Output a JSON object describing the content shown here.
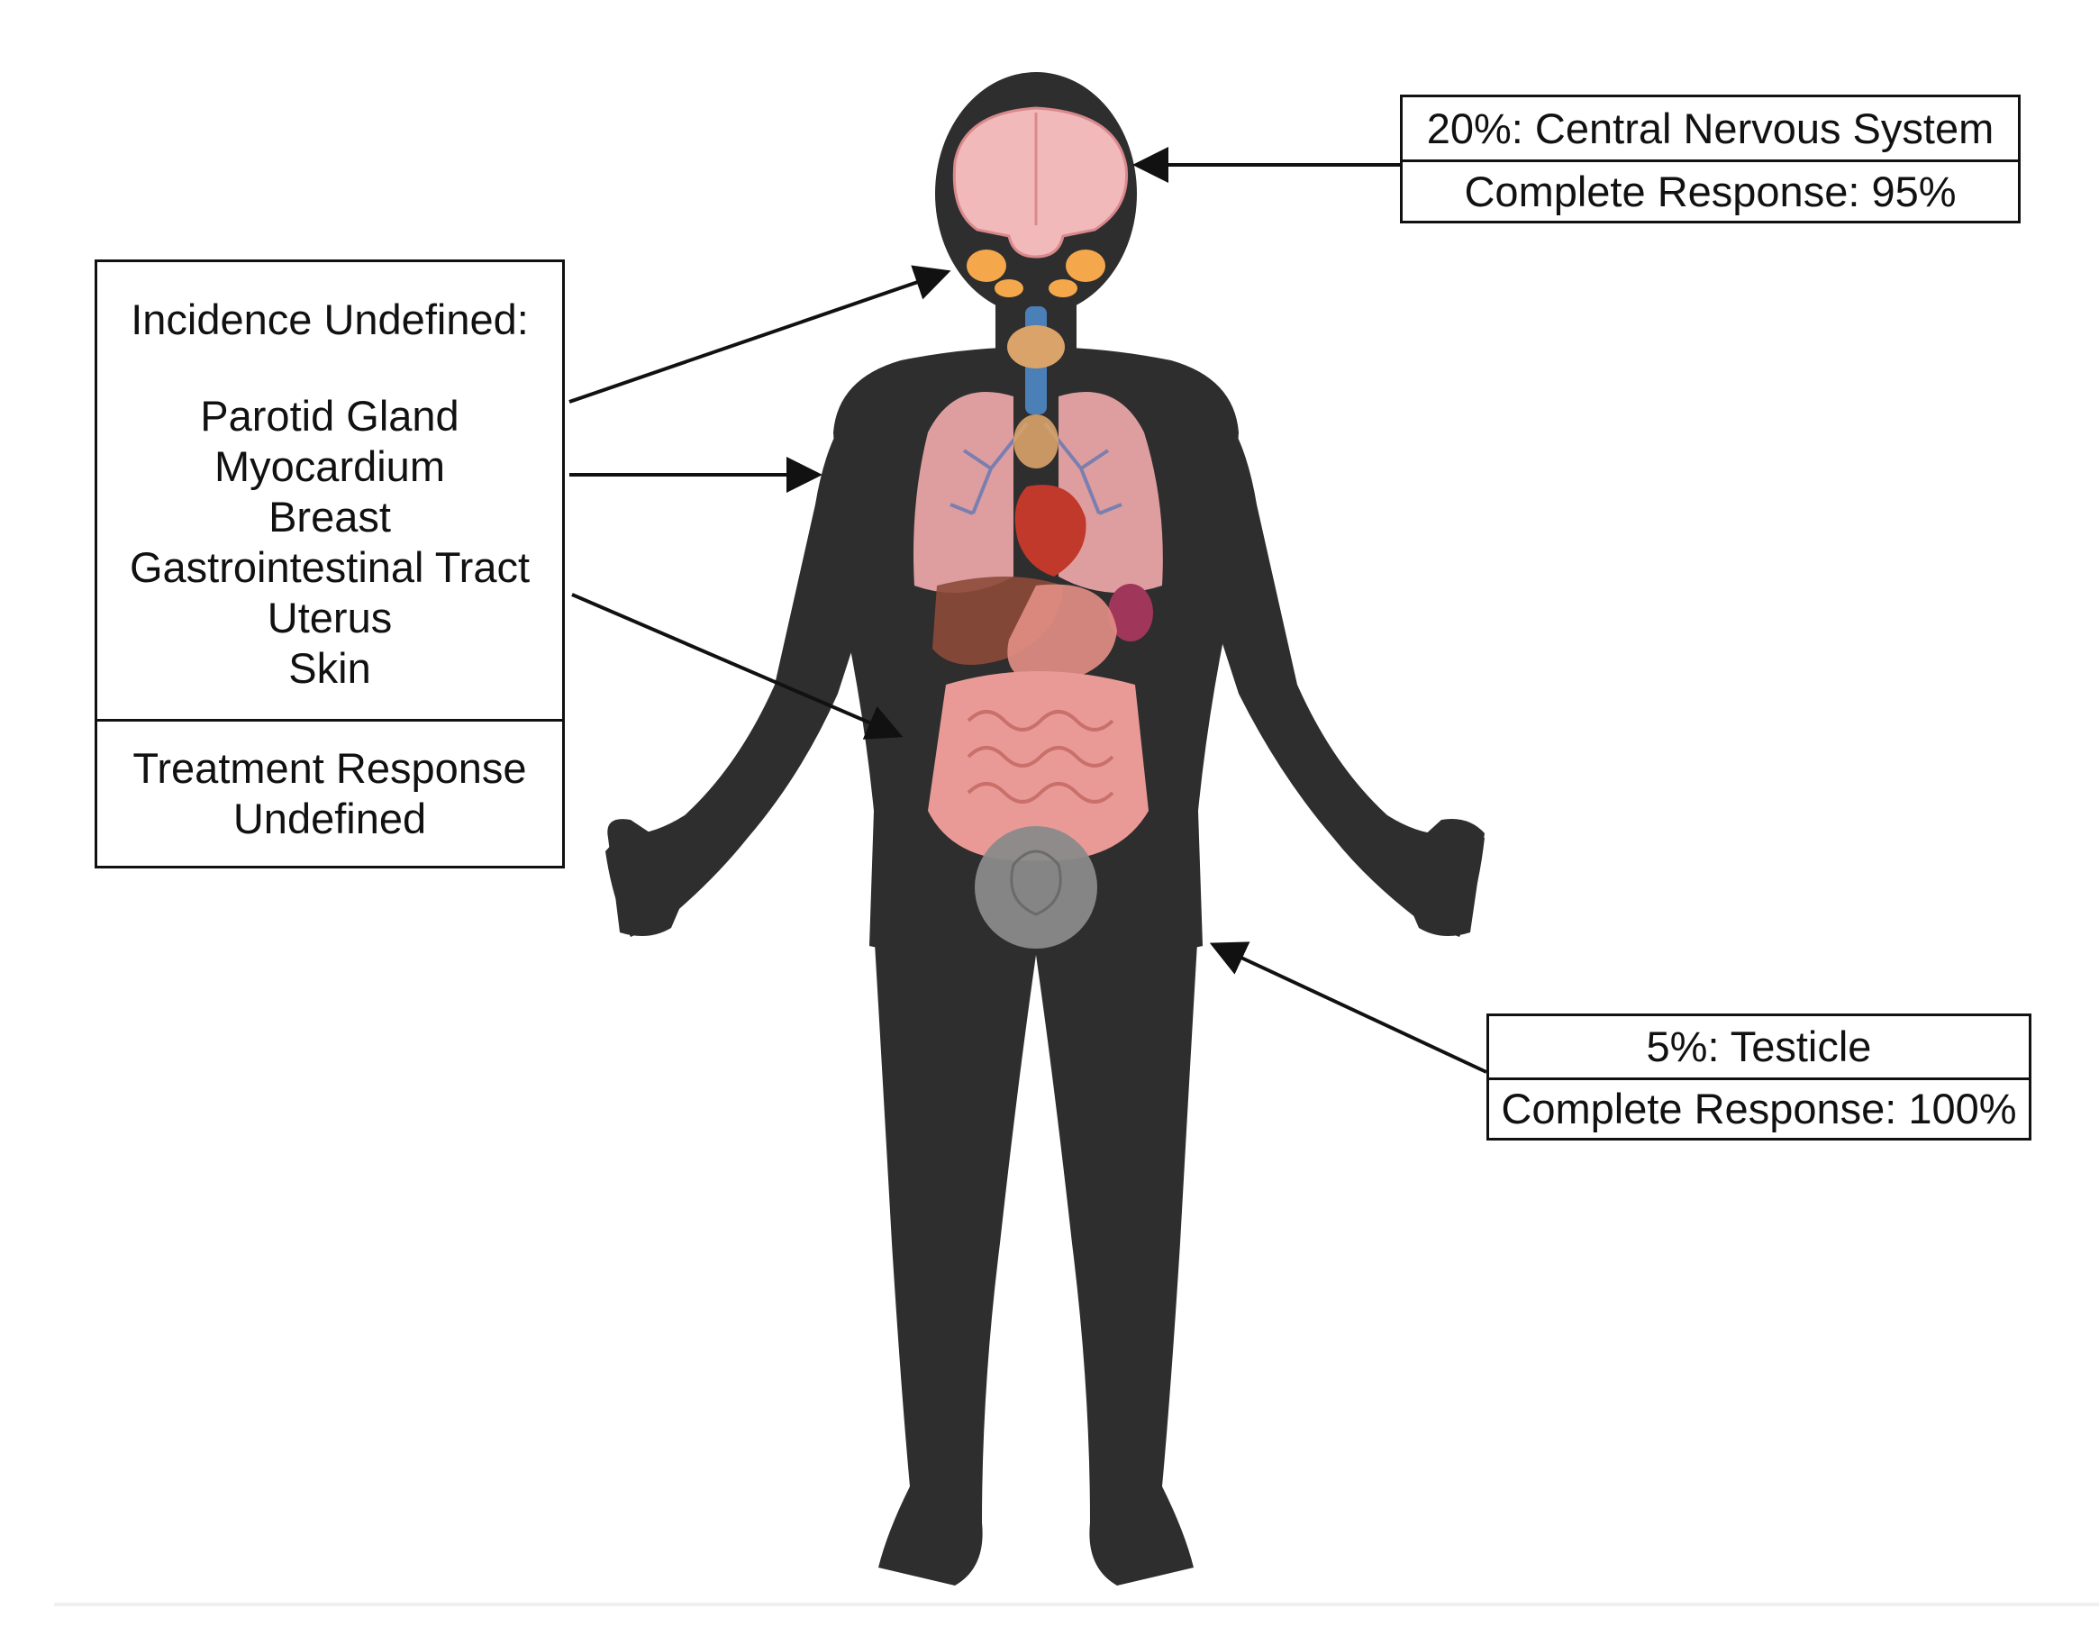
{
  "diagram": {
    "left_panel": {
      "heading": "Incidence Undefined:",
      "sites": [
        "Parotid Gland",
        "Myocardium",
        "Breast",
        "Gastrointestinal Tract",
        "Uterus",
        "Skin"
      ],
      "response": [
        "Treatment Response",
        "Undefined"
      ]
    },
    "cns_panel": {
      "incidence": "20%: Central Nervous System",
      "response": "Complete Response: 95%"
    },
    "testicle_panel": {
      "incidence": "5%: Testicle",
      "response": "Complete Response: 100%"
    }
  },
  "colors": {
    "silhouette": "#2e2e2e",
    "brain": "#f2b9bb",
    "lungs": "#e8a4a6",
    "trachea": "#4a7fb8",
    "thyroid": "#d9a36a",
    "heart": "#c0392b",
    "liver": "#8d4a3a",
    "stomach": "#e38f85",
    "intestine": "#ea9a96",
    "spleen": "#a0365a",
    "salivary": "#f5a84b",
    "testis_region": "#8a8a8a"
  }
}
